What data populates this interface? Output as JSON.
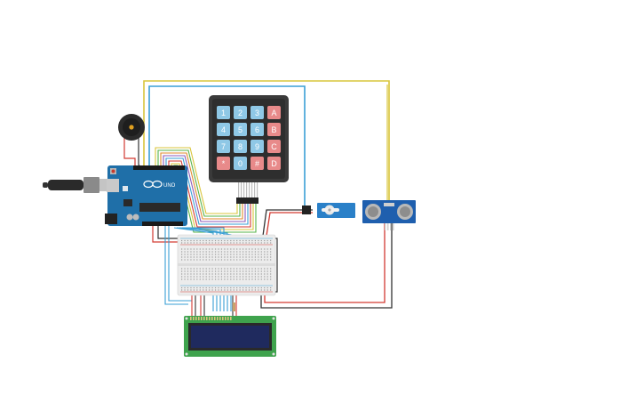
{
  "colors": {
    "wire_yellow": "#d9c53b",
    "wire_blue": "#3a9fd6",
    "wire_red": "#d33a32",
    "wire_black": "#333333",
    "wire_green": "#57b34a",
    "wire_orange": "#e08a2c",
    "wire_purple": "#8c5ab8",
    "arduino_blue": "#1f6fa8",
    "keypad_body": "#3a3a3a",
    "key_blue": "#8fc8e6",
    "key_red": "#e88a8a",
    "lcd_green": "#3fa34d",
    "lcd_screen": "#1f2a5e",
    "servo_blue": "#2a80c8",
    "sensor_blue": "#1f5fae"
  },
  "keypad": {
    "keys": [
      [
        "1",
        "2",
        "3",
        "A"
      ],
      [
        "4",
        "5",
        "6",
        "B"
      ],
      [
        "7",
        "8",
        "9",
        "C"
      ],
      [
        "*",
        "0",
        "#",
        "D"
      ]
    ]
  },
  "arduino": {
    "logo_text": "UNO"
  }
}
